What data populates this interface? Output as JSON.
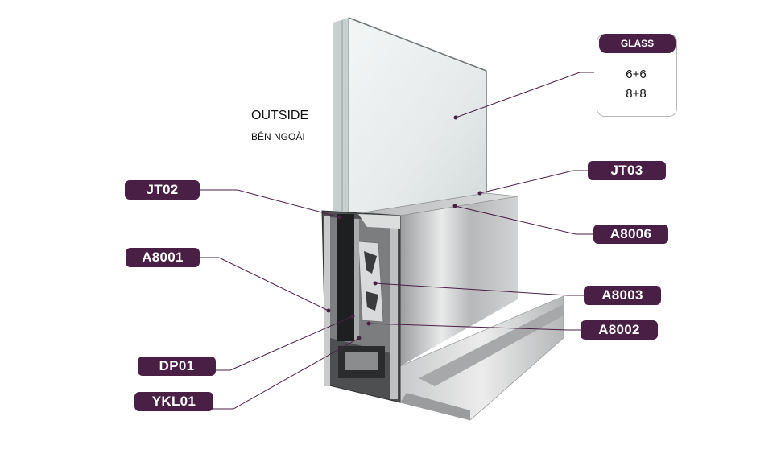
{
  "glass": {
    "header": "GLASS",
    "values": [
      "6+6",
      "8+8"
    ]
  },
  "side_label": {
    "en": "OUTSIDE",
    "vi": "BÊN NGOÀI"
  },
  "parts": {
    "jt02": "JT02",
    "a8001": "A8001",
    "dp01": "DP01",
    "ykl01": "YKL01",
    "jt03": "JT03",
    "a8006": "A8006",
    "a8003": "A8003",
    "a8002": "A8002"
  },
  "colors": {
    "label_bg": "#4a1f45",
    "label_text": "#ffffff",
    "leader": "#4a1f45"
  }
}
